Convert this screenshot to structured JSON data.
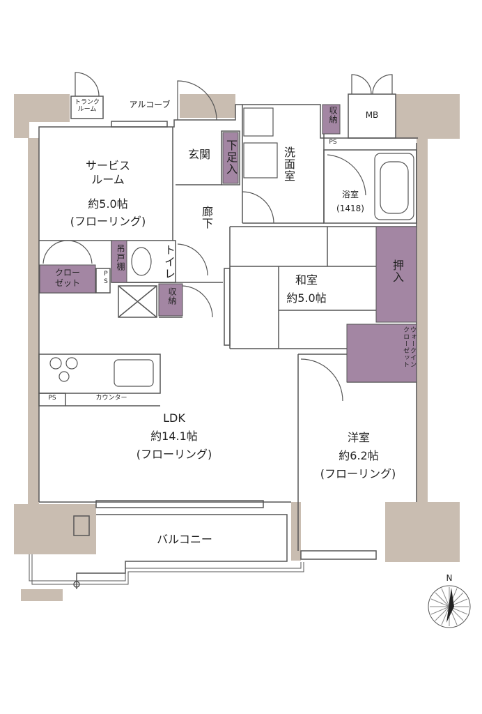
{
  "rooms": {
    "service_room": {
      "name": "サービス\nルーム",
      "size": "約5.0帖",
      "floor": "(フローリング)"
    },
    "ldk": {
      "name": "LDK",
      "size": "約14.1帖",
      "floor": "(フローリング)"
    },
    "washitsu": {
      "name": "和室",
      "size": "約5.0帖"
    },
    "yoshitsu": {
      "name": "洋室",
      "size": "約6.2帖",
      "floor": "(フローリング)"
    },
    "bath": {
      "name": "浴室",
      "size": "(1418)"
    }
  },
  "labels": {
    "trunk_room": "トランク\nルーム",
    "alcove": "アルコーブ",
    "mb": "MB",
    "entrance": "玄関",
    "shoe_storage": "下足入",
    "washroom": "洗面室",
    "storage_top": "収納",
    "ps": "PS",
    "hallway": "廊下",
    "toilet": "トイレ",
    "hanging_shelf": "吊戸棚",
    "closet": "クロー\nゼット",
    "storage_small": "収納",
    "oshiire": "押入",
    "walkin_closet": "ウォークイン\nクローゼット",
    "counter": "カウンター",
    "balcony": "バルコニー",
    "north": "N"
  },
  "colors": {
    "wall": "#c9bdb1",
    "storage": "#a386a3",
    "line": "#555555"
  }
}
